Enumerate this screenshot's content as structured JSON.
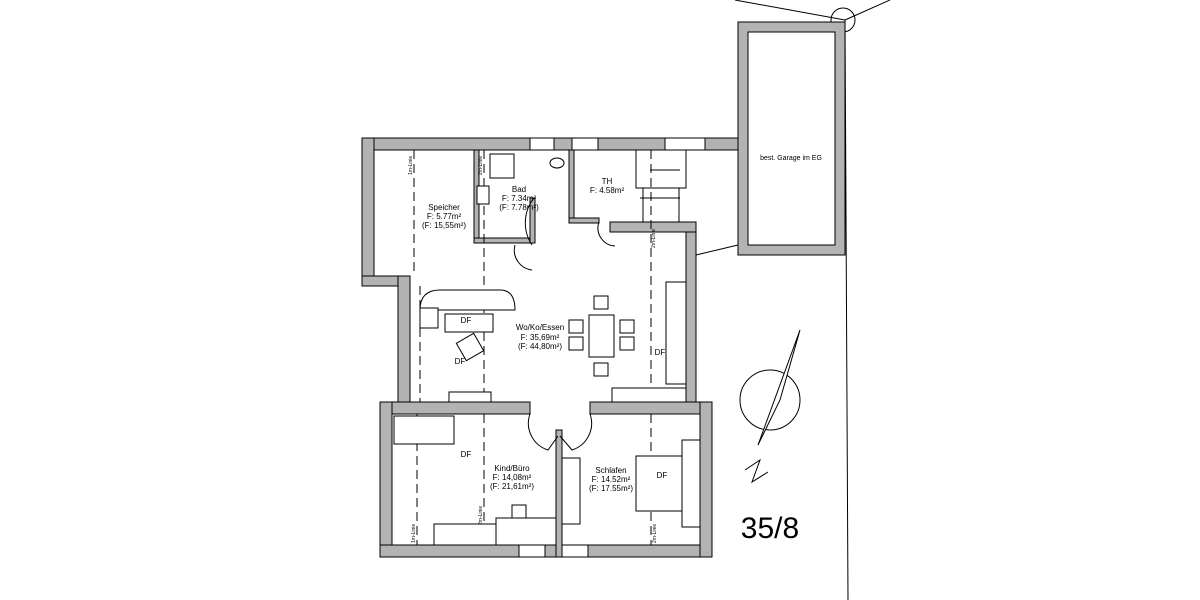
{
  "plan_number": "35/8",
  "rooms": [
    {
      "name": "Speicher",
      "area": "F: 5.77m²",
      "gross": "(F: 15,55m²)"
    },
    {
      "name": "Bad",
      "area": "F: 7.34m²",
      "gross": "(F: 7.78m²)"
    },
    {
      "name": "TH",
      "area": "F: 4.58m²"
    },
    {
      "name": "Wo/Ko/Essen",
      "area": "F: 35,69m²",
      "gross": "(F: 44,80m²)"
    },
    {
      "name": "Kind/Büro",
      "area": "F: 14,08m²",
      "gross": "(F: 21,61m²)"
    },
    {
      "name": "Schlafen",
      "area": "F: 14.52m²",
      "gross": "(F: 17.55m²)"
    }
  ],
  "garage_label": "best. Garage im EG",
  "df_label": "DF",
  "line_1m": "1m-Linie",
  "line_2m": "2m-Linie"
}
